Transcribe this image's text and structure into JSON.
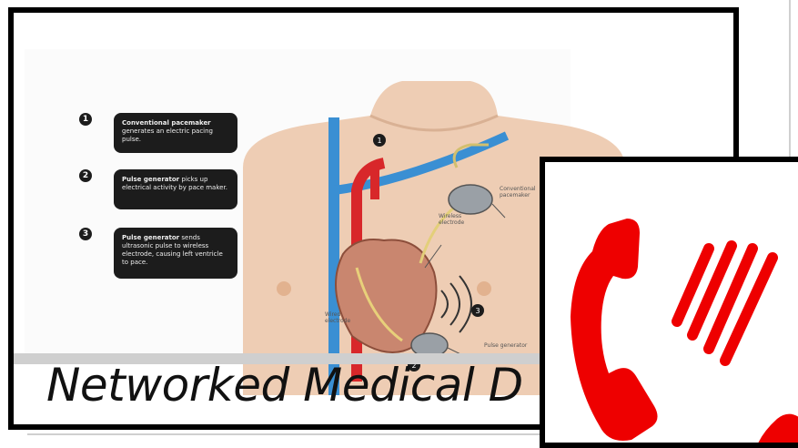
{
  "slide": {
    "title": "Networked Medical D",
    "callouts": [
      {
        "number": "1",
        "heading": "Conventional pacemaker",
        "text": "generates an electric pacing pulse."
      },
      {
        "number": "2",
        "heading": "Pulse generator",
        "text": "picks up electrical activity by pace maker."
      },
      {
        "number": "3",
        "heading": "Pulse generator",
        "text": "sends ultrasonic pulse to wireless electrode, causing left ventricle to pace."
      }
    ],
    "diagram_labels": {
      "conventional": "Conventional pacemaker",
      "wireless": "Wireless electrode",
      "wired": "Wired electrode",
      "pulse": "Pulse generator"
    },
    "step_markers": [
      "1",
      "2",
      "3"
    ]
  },
  "overlay": {
    "icon": "telephone-ringing-icon",
    "color": "#ee0000"
  }
}
